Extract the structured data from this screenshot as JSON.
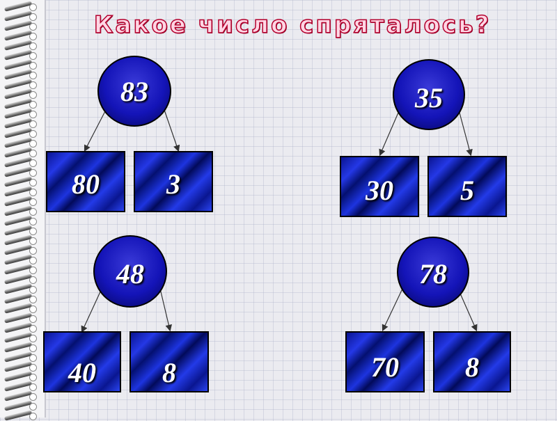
{
  "title": "Какое число спряталось?",
  "groups": [
    {
      "whole": "83",
      "tens": "80",
      "ones": "3"
    },
    {
      "whole": "35",
      "tens": "30",
      "ones": "5"
    },
    {
      "whole": "48",
      "tens": "40",
      "ones": "8"
    },
    {
      "whole": "78",
      "tens": "70",
      "ones": "8"
    }
  ]
}
